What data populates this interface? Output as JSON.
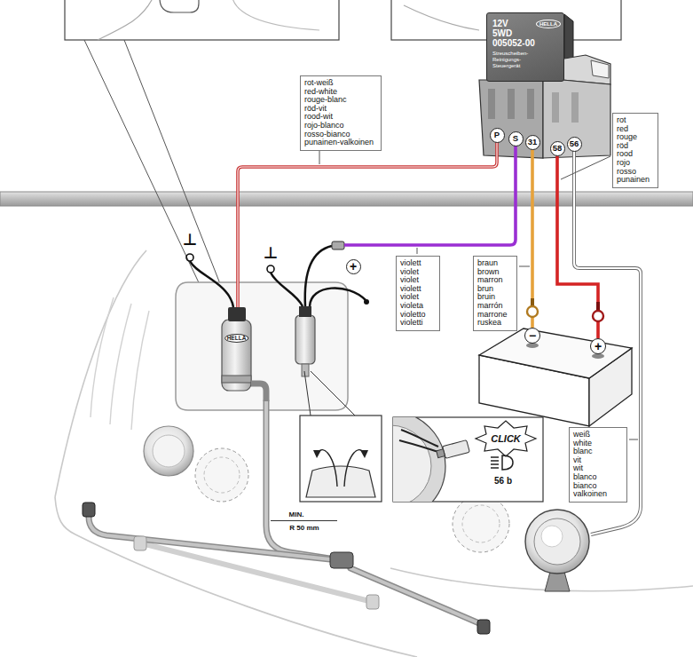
{
  "diagram": {
    "nodes": [
      {
        "text": [
          "12V 5WD 005052-00",
          "Streuscheiben- Reinigungs- Steuergerät",
          "HELLA"
        ]
      },
      {
        "text": [
          "P"
        ]
      },
      {
        "text": [
          "S"
        ]
      },
      {
        "text": [
          "31"
        ]
      },
      {
        "text": [
          "58"
        ]
      },
      {
        "text": [
          "56"
        ]
      },
      {
        "text": [
          "rot-weiß red-white rouge-blanc röd-vit rood-wit rojo-blanco rosso-bianco punainen-valkoinen"
        ]
      },
      {
        "text": [
          "rot red rouge röd rood rojo rosso punainen"
        ]
      },
      {
        "text": [
          "violett violet violet violett violet violeta violetto violetti"
        ]
      },
      {
        "text": [
          "braun brown marron brun bruin marrón marrone ruskea"
        ]
      },
      {
        "text": [
          "+"
        ]
      },
      {
        "text": [
          "−"
        ]
      },
      {
        "text": [
          "+"
        ]
      },
      {
        "text": [
          "weiß white blanc vit wit blanco bianco valkoinen"
        ]
      }
    ],
    "edges": [
      {
        "from": 3,
        "to": 11,
        "arrow": "none"
      },
      {
        "from": 4,
        "to": 12,
        "arrow": "none"
      }
    ],
    "labels": [
      "⊥",
      "⊥",
      "HELLA",
      "MIN.",
      "R 50 mm",
      "CLICK",
      "56 b"
    ]
  }
}
